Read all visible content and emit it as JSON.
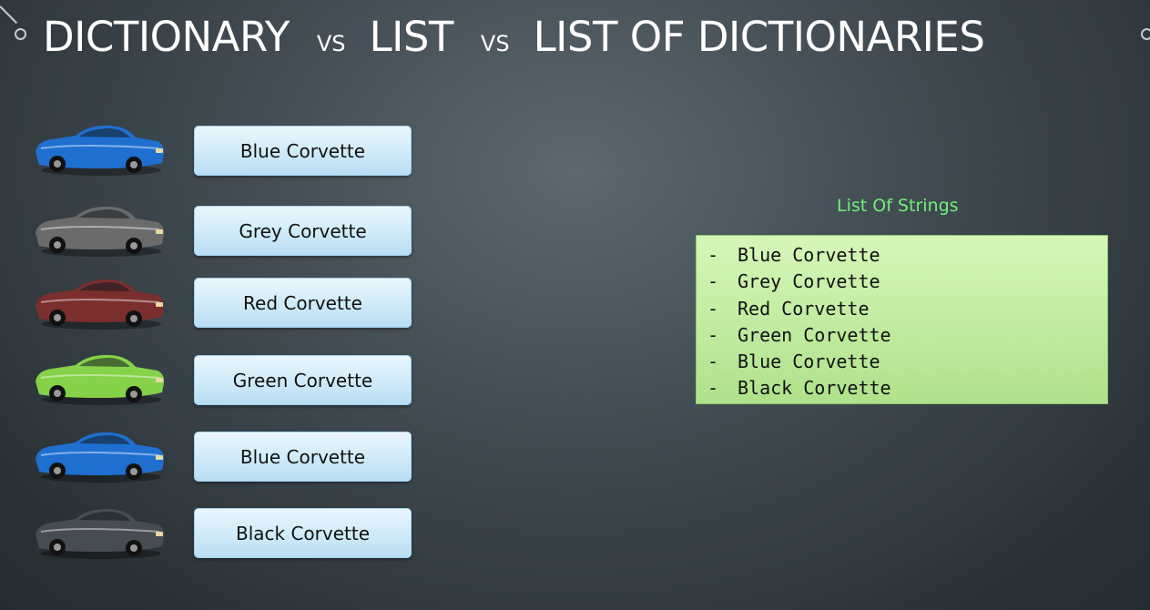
{
  "title": {
    "part1": "DICTIONARY",
    "vs1": "VS",
    "part2": "LIST",
    "vs2": "VS",
    "part3": "LIST OF DICTIONARIES"
  },
  "cars": [
    {
      "label": "Blue Corvette",
      "color": "#1f6fd0"
    },
    {
      "label": "Grey Corvette",
      "color": "#6b6b6b"
    },
    {
      "label": "Red Corvette",
      "color": "#7a2e2e"
    },
    {
      "label": "Green Corvette",
      "color": "#86d24a"
    },
    {
      "label": "Blue Corvette",
      "color": "#1f6fd0"
    },
    {
      "label": "Black Corvette",
      "color": "#474c52"
    }
  ],
  "list": {
    "heading": "List Of Strings",
    "bullet": "-",
    "items": [
      "Blue Corvette",
      "Grey Corvette",
      "Red Corvette",
      "Green Corvette",
      "Blue Corvette",
      "Black Corvette"
    ]
  },
  "colors": {
    "heading_green": "#6ef076",
    "card_blue": "#cde9f8",
    "list_green": "#c3eca2"
  }
}
